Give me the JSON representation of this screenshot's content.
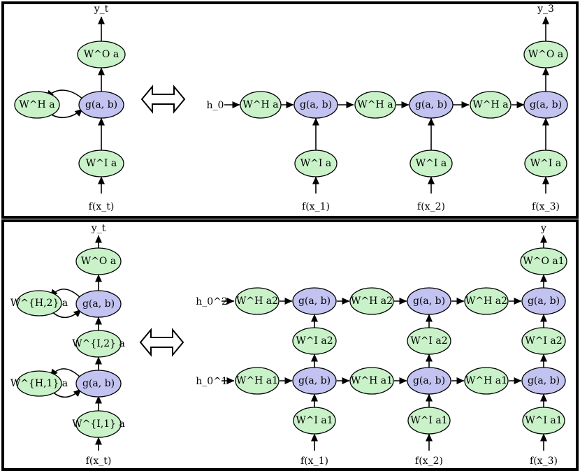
{
  "top_panel": {
    "folded": {
      "output": "y_t",
      "output_node": "W^O a",
      "hidden_node": "W^H a",
      "combine_node": "g(a, b)",
      "input_node": "W^I a",
      "input": "f(x_t)"
    },
    "equivalence": "⟺",
    "unrolled": {
      "initial_state": "h_0",
      "hidden_nodes": [
        "W^H a",
        "W^H a",
        "W^H a"
      ],
      "combine_nodes": [
        "g(a, b)",
        "g(a, b)",
        "g(a, b)"
      ],
      "input_nodes": [
        "W^I a",
        "W^I a",
        "W^I a"
      ],
      "inputs": [
        "f(x_1)",
        "f(x_2)",
        "f(x_3)"
      ],
      "output_node": "W^O a",
      "output": "y_3"
    }
  },
  "bottom_panel": {
    "folded": {
      "output": "y_t",
      "output_node": "W^O a",
      "hidden_node_2": "W^{H,2} a",
      "combine_node_2": "g(a, b)",
      "input_node_2": "W^{I,2} a",
      "hidden_node_1": "W^{H,1} a",
      "combine_node_1": "g(a, b)",
      "input_node_1": "W^{I,1} a",
      "input": "f(x_t)"
    },
    "equivalence": "⟺",
    "unrolled": {
      "initial_state_2": "h_0^2",
      "initial_state_1": "h_0^1",
      "hidden_nodes_2": [
        "W^H a2",
        "W^H a2",
        "W^H a2"
      ],
      "combine_nodes_2": [
        "g(a, b)",
        "g(a, b)",
        "g(a, b)"
      ],
      "input_nodes_2": [
        "W^I a2",
        "W^I a2",
        "W^I a2"
      ],
      "hidden_nodes_1": [
        "W^H a1",
        "W^H a1",
        "W^H a1"
      ],
      "combine_nodes_1": [
        "g(a, b)",
        "g(a, b)",
        "g(a, b)"
      ],
      "input_nodes_1": [
        "W^I a1",
        "W^I a1",
        "W^I a1"
      ],
      "inputs": [
        "f(x_1)",
        "f(x_2)",
        "f(x_3)"
      ],
      "output_node": "W^O a1",
      "output": "y"
    }
  }
}
